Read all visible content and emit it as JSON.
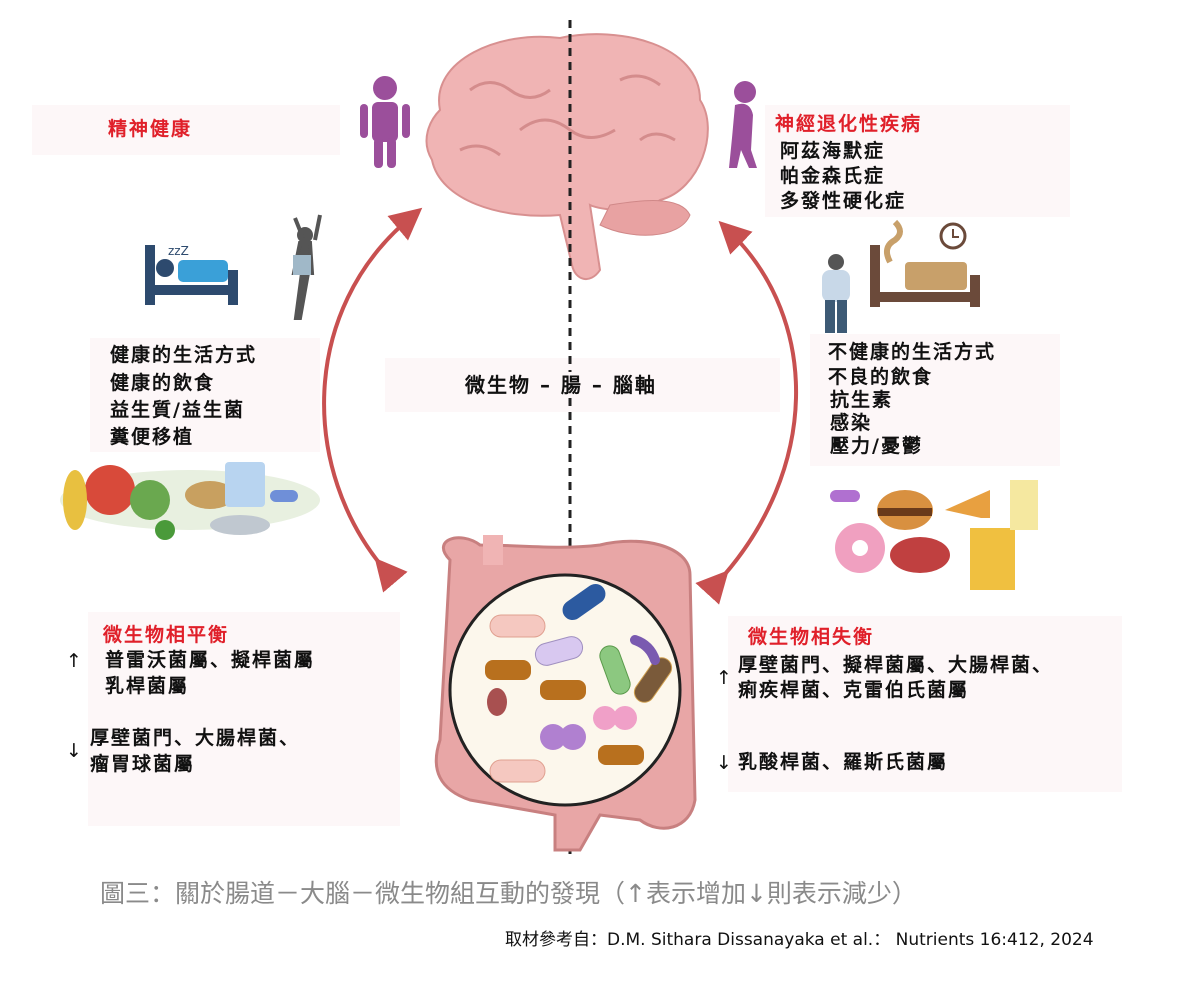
{
  "top_left": {
    "title": "精神健康"
  },
  "top_right": {
    "title": "神經退化性疾病",
    "items": [
      "阿茲海默症",
      "帕金森氏症",
      "多發性硬化症"
    ]
  },
  "center_label": "微生物 – 腸 – 腦軸",
  "healthy_lifestyle": {
    "items": [
      "健康的生活方式",
      "健康的飲食",
      "益生質/益生菌",
      "糞便移植"
    ]
  },
  "unhealthy_lifestyle": {
    "items": [
      "不健康的生活方式",
      "不良的飲食",
      "抗生素",
      "感染",
      "壓力/憂鬱"
    ]
  },
  "eubiosis": {
    "title": "微生物相平衡",
    "increase_arrow": "↑",
    "increase": [
      "普雷沃菌屬、擬桿菌屬",
      "乳桿菌屬"
    ],
    "decrease_arrow": "↓",
    "decrease": [
      "厚壁菌門、大腸桿菌、",
      "瘤胃球菌屬"
    ]
  },
  "dysbiosis": {
    "title": "微生物相失衡",
    "increase_arrow": "↑",
    "increase": [
      "厚壁菌門、擬桿菌屬、大腸桿菌、",
      "痢疾桿菌、克雷伯氏菌屬"
    ],
    "decrease_arrow": "↓",
    "decrease": [
      "乳酸桿菌、羅斯氏菌屬"
    ]
  },
  "caption": "圖三：關於腸道－大腦－微生物組互動的發現（↑表示增加↓則表示減少）",
  "source": "取材參考自：D.M. Sithara Dissanayaka et al.： Nutrients 16:412, 2024",
  "colors": {
    "title_red": "#e0202a",
    "arrow_red": "#c85050",
    "brain_pink": "#f0b4b4",
    "person_purple": "#9b4f9b"
  }
}
